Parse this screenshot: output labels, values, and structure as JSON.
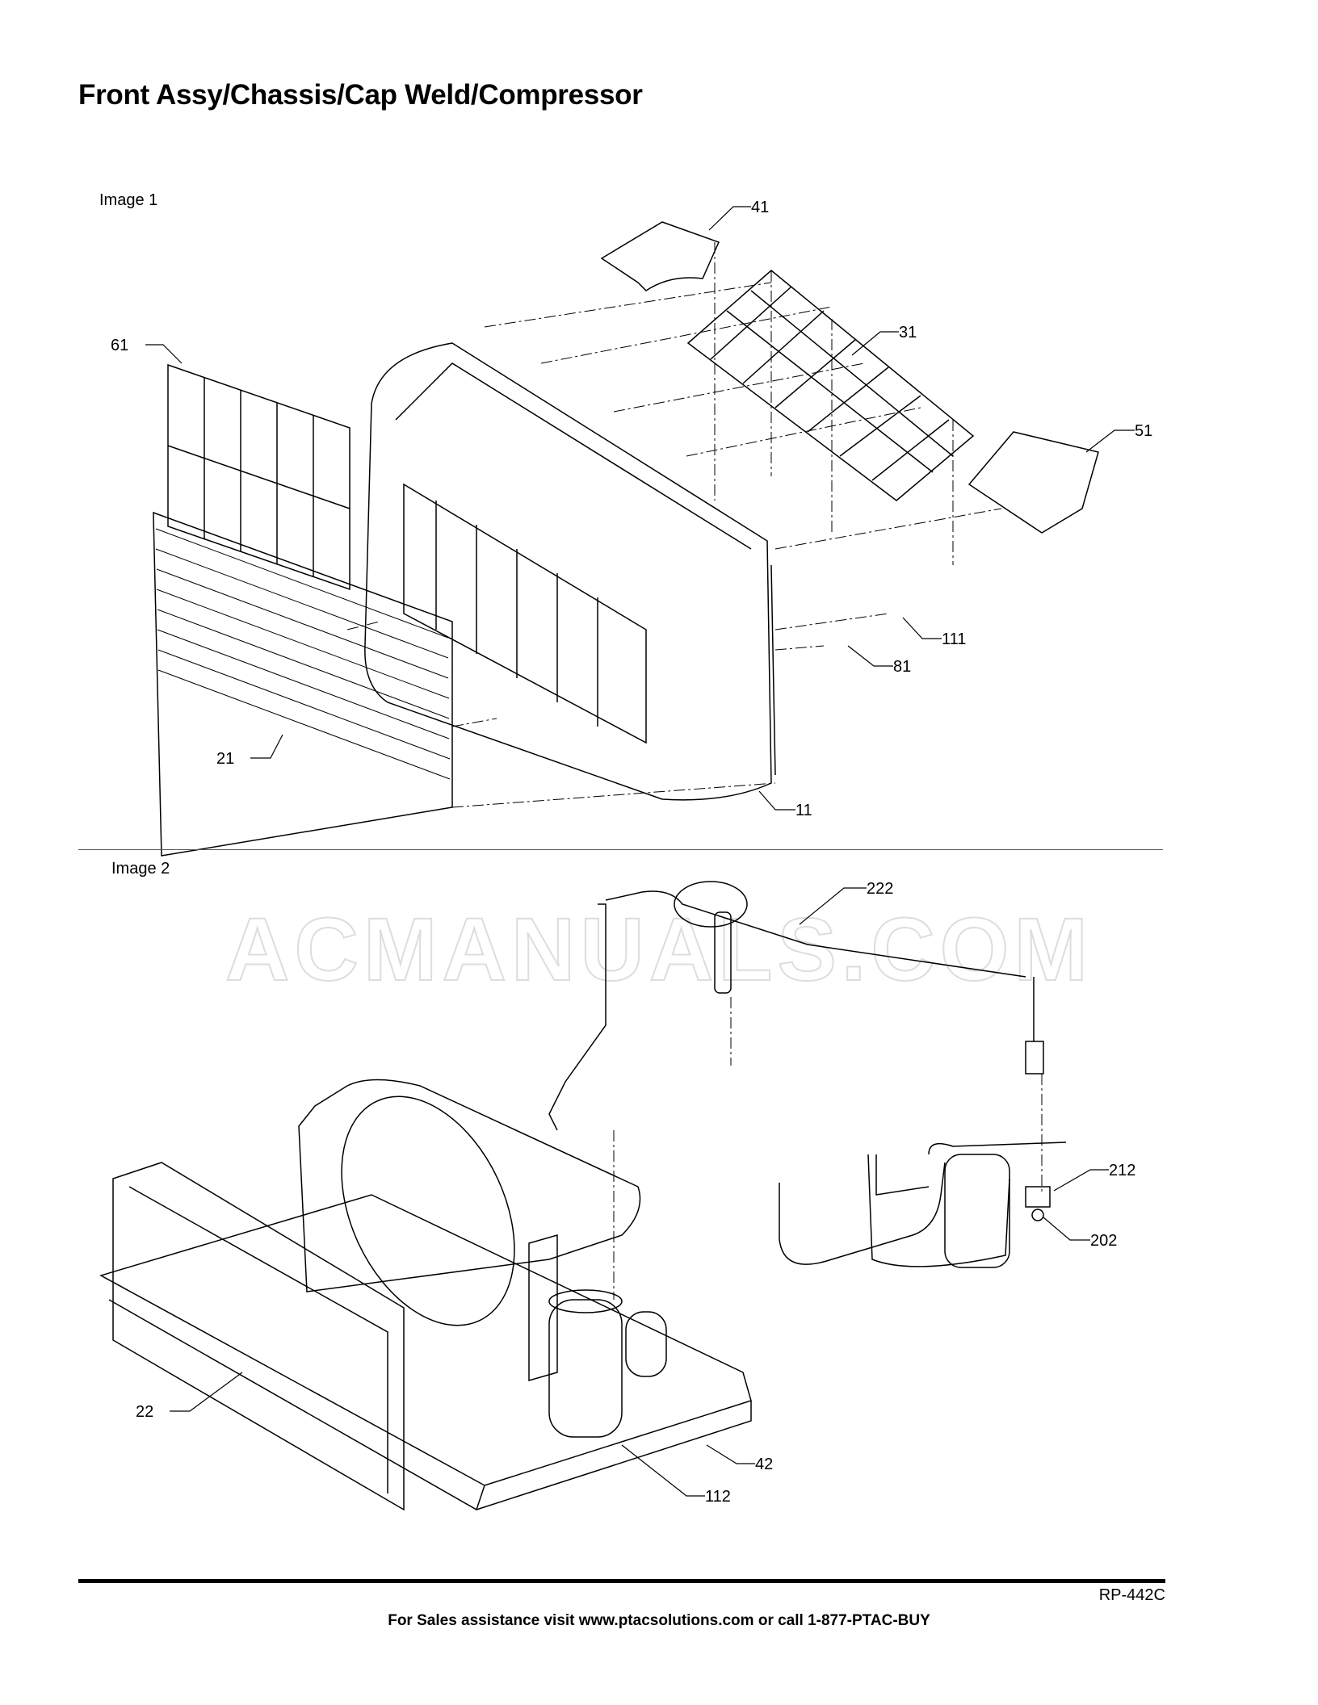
{
  "page": {
    "title": "Front Assy/Chassis/Cap Weld/Compressor",
    "watermark": "ACMANUALS.COM",
    "document_id": "RP-442C",
    "footer": "For Sales assistance visit www.ptacsolutions.com or call 1-877-PTAC-BUY"
  },
  "image1": {
    "label": "Image 1",
    "callouts": [
      "41",
      "31",
      "51",
      "61",
      "111",
      "81",
      "21",
      "11"
    ]
  },
  "image2": {
    "label": "Image 2",
    "callouts": [
      "222",
      "212",
      "202",
      "22",
      "42",
      "112"
    ]
  }
}
